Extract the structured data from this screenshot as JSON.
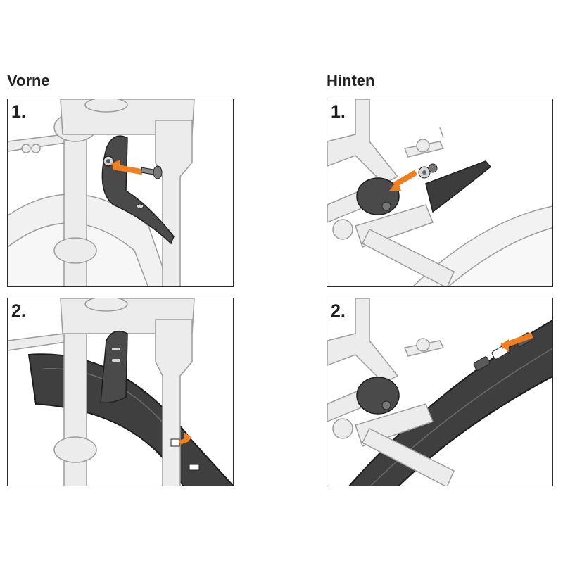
{
  "columns": {
    "front": {
      "title": "Vorne",
      "steps": [
        "1.",
        "2."
      ]
    },
    "rear": {
      "title": "Hinten",
      "steps": [
        "1.",
        "2."
      ]
    }
  },
  "colors": {
    "frame_fill": "#e9e9e9",
    "frame_stroke": "#9a9a9a",
    "fender_dark": "#3c3c3c",
    "fender_edge": "#1e1e1e",
    "arrow_orange": "#f07f22",
    "border": "#2a2a2a"
  }
}
